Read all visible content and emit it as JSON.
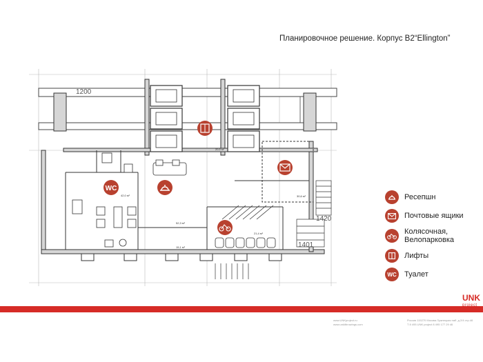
{
  "title": "Планировочное решение. Корпус В2“Ellington”",
  "legend": [
    {
      "icon": "reception-bell-icon",
      "label": "Ресепшн"
    },
    {
      "icon": "mail-envelope-icon",
      "label": "Почтовые ящики"
    },
    {
      "icon": "bicycle-icon",
      "label": "Колясочная, Велопарковка"
    },
    {
      "icon": "elevator-icon",
      "label": "Лифты"
    },
    {
      "icon": "wc-icon",
      "label": "Туалет"
    }
  ],
  "plan": {
    "dim_top": "1200",
    "dim_right1": "1420",
    "dim_right2": "1401",
    "areas": [
      "42,0 м²",
      "52,3 м²",
      "15,1 м²",
      "21,4 м²",
      "30,6 м²",
      "20,9 м²"
    ],
    "wc_text": "WC"
  },
  "brand": {
    "logo": "UNK",
    "logo_sub": "project",
    "footer_left1": "www.UNKproject.ru",
    "footer_left2": "www.unkitbrowings.com",
    "footer_right1": "Россия 115270 Москва Лужнецкая наб. д.2/4 стр.46",
    "footer_right2": "Т 8 495 UNK project 8 495 177 29 46"
  },
  "colors": {
    "accent": "#b8412f",
    "bar": "#d62b26"
  }
}
